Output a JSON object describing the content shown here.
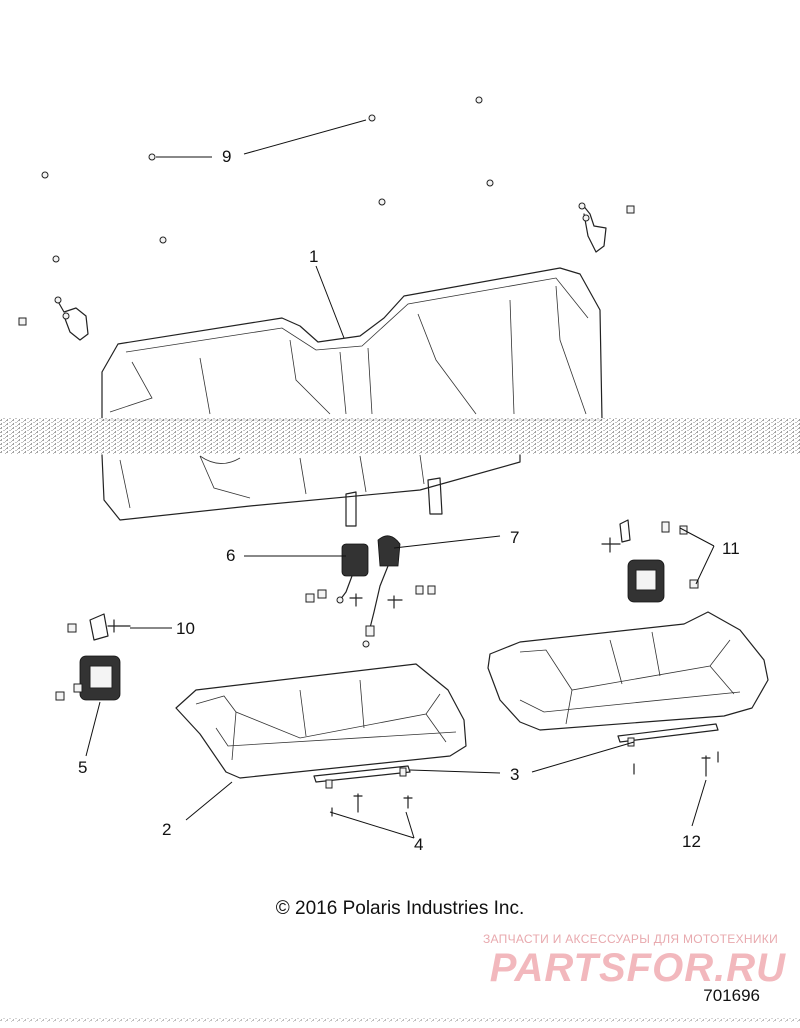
{
  "callouts": {
    "c1": "1",
    "c2": "2",
    "c3a": "3",
    "c4": "4",
    "c5": "5",
    "c6": "6",
    "c7": "7",
    "c9": "9",
    "c10": "10",
    "c11": "11",
    "c12": "12"
  },
  "copyright": "© 2016 Polaris Industries Inc.",
  "watermark": {
    "tagline": "ЗАПЧАСТИ И АКСЕССУАРЫ ДЛЯ МОТОТЕХНИКИ",
    "brand": "PARTSFOR.RU"
  },
  "figure_number": "701696",
  "colors": {
    "line": "#222222",
    "watermark": "#f2b8bd"
  }
}
